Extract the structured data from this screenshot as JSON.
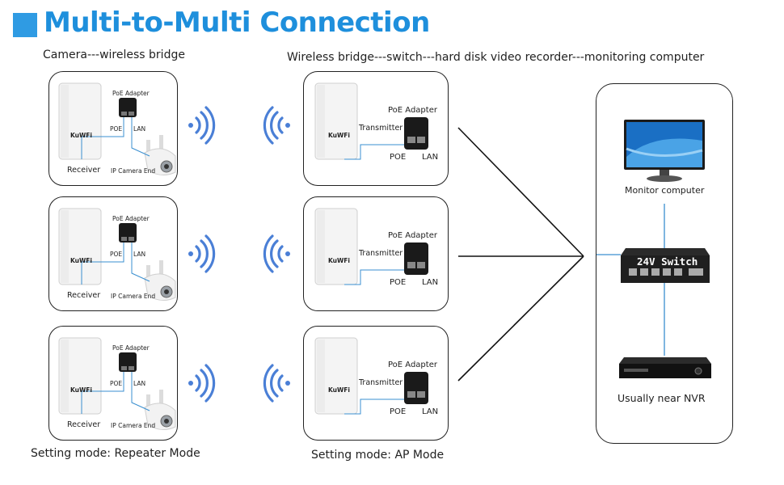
{
  "title": "Multi-to-Multi Connection",
  "captions": {
    "left_top": "Camera---wireless bridge",
    "middle_top": "Wireless bridge---switch---hard disk video recorder---monitoring computer",
    "left_bottom": "Setting mode: Repeater Mode",
    "middle_bottom": "Setting mode: AP Mode"
  },
  "receiver_panel": {
    "brand": "KuWFi",
    "poe_adapter": "PoE Adapter",
    "poe": "POE",
    "lan": "LAN",
    "receiver": "Receiver",
    "camera_end": "IP Camera End"
  },
  "transmitter_panel": {
    "brand": "KuWFi",
    "poe_adapter": "PoE Adapter",
    "transmitter": "Transmitter",
    "poe": "POE",
    "lan": "LAN"
  },
  "network": {
    "monitor_label": "Monitor computer",
    "switch_label": "24V Switch",
    "nvr_label": "Usually near NVR"
  },
  "colors": {
    "title_blue": "#1e8fdc",
    "wifi_blue": "#4a7fd6",
    "cable_blue": "#3a8fd0"
  }
}
